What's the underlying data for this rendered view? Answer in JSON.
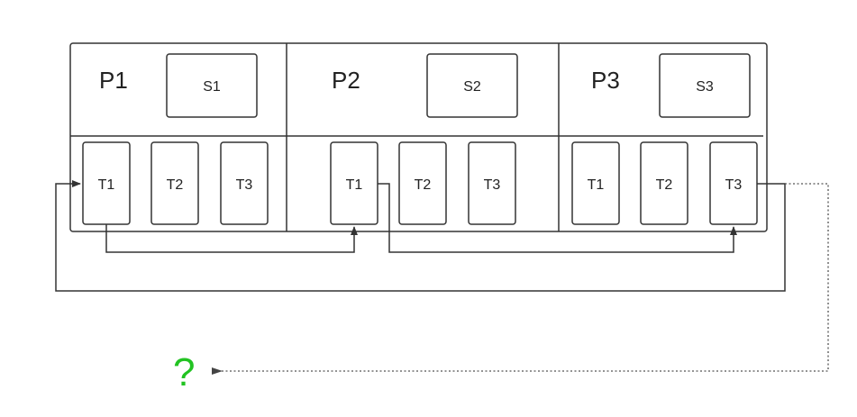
{
  "partitions": [
    {
      "label": "P1",
      "segment": "S1",
      "threads": [
        "T1",
        "T2",
        "T3"
      ]
    },
    {
      "label": "P2",
      "segment": "S2",
      "threads": [
        "T1",
        "T2",
        "T3"
      ]
    },
    {
      "label": "P3",
      "segment": "S3",
      "threads": [
        "T1",
        "T2",
        "T3"
      ]
    }
  ],
  "unknown_label": "?",
  "colors": {
    "stroke": "#333333",
    "unknown": "#22c322",
    "dotted_link": "#555555"
  }
}
